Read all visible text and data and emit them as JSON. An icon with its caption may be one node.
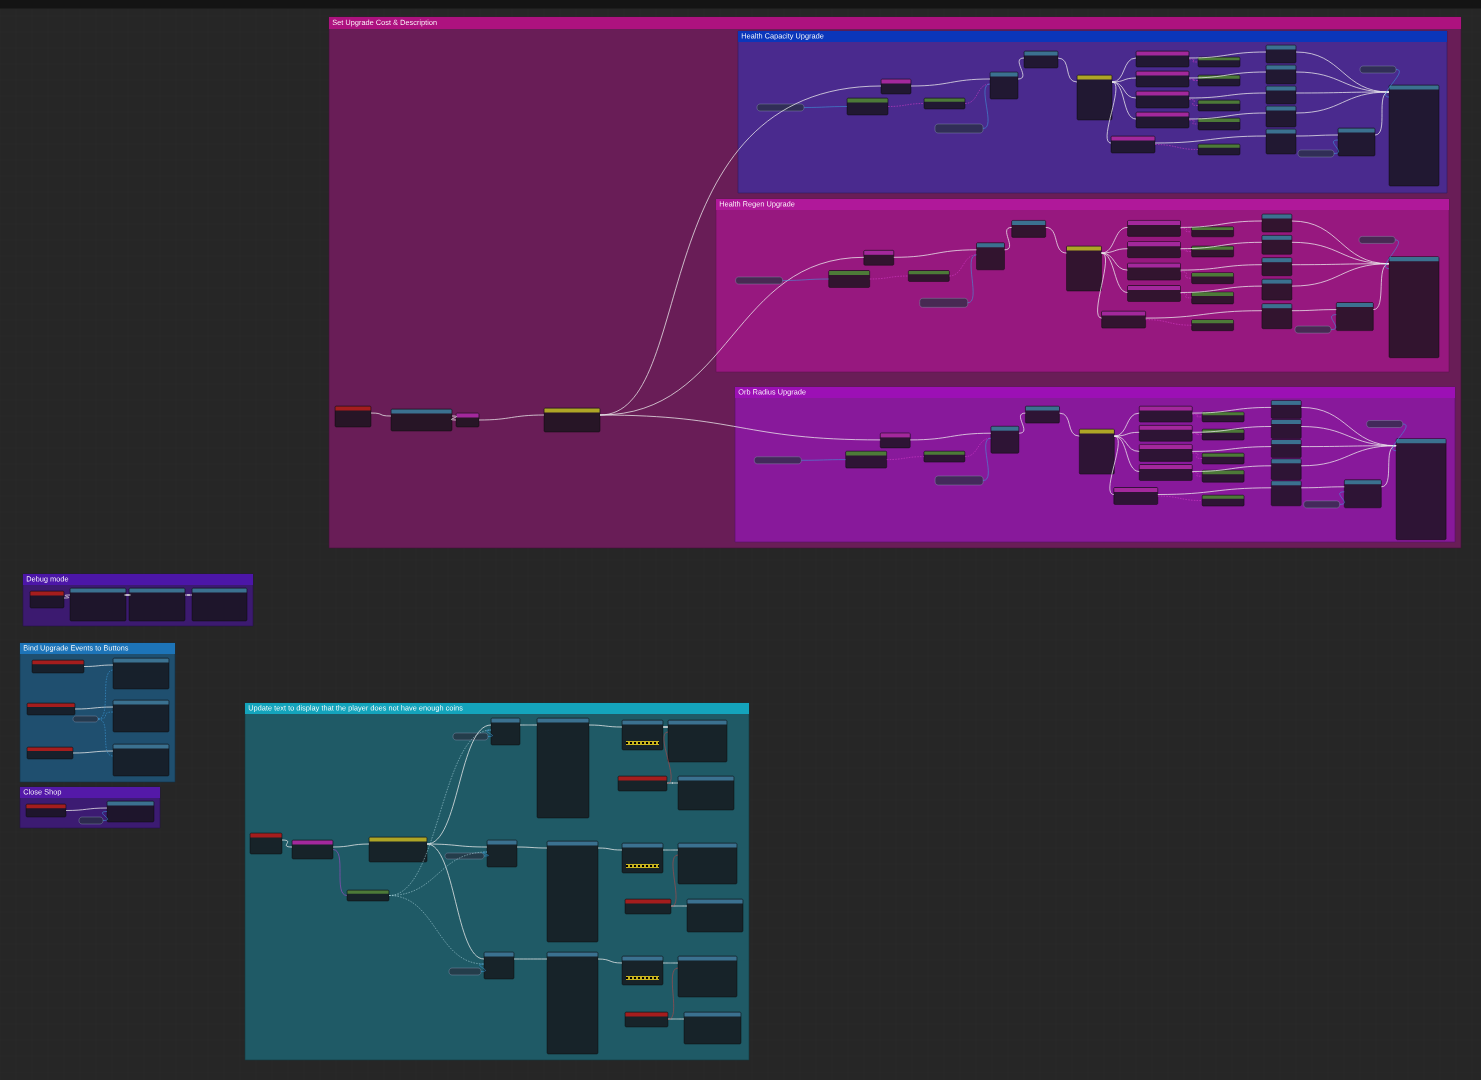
{
  "diagram": {
    "nodes": [
      {
        "text": [
          "Set Upgrade Cost & Description"
        ]
      },
      {
        "text": [],
        "shape": "box",
        "in": 0
      },
      {
        "text": [],
        "shape": "box",
        "in": 0
      },
      {
        "text": [],
        "shape": "box",
        "in": 0
      },
      {
        "text": [],
        "shape": "box",
        "in": 0
      },
      {
        "text": [
          "Health Capacity Upgrade"
        ],
        "in": 0
      },
      {
        "text": [],
        "shape": "box",
        "in": 5
      },
      {
        "text": [],
        "shape": "box",
        "in": 5
      },
      {
        "text": [],
        "shape": "box",
        "in": 5
      },
      {
        "text": [],
        "shape": "box",
        "in": 5
      },
      {
        "text": [],
        "shape": "box",
        "in": 5
      },
      {
        "text": [],
        "shape": "box",
        "in": 5
      },
      {
        "text": [],
        "shape": "box",
        "in": 5
      },
      {
        "text": [],
        "shape": "box",
        "in": 5
      },
      {
        "text": [],
        "shape": "box",
        "in": 5
      },
      {
        "text": [],
        "shape": "box",
        "in": 5
      },
      {
        "text": [],
        "shape": "box",
        "in": 5
      },
      {
        "text": [],
        "shape": "box",
        "in": 5
      },
      {
        "text": [],
        "shape": "box",
        "in": 5
      },
      {
        "text": [],
        "shape": "box",
        "in": 5
      },
      {
        "text": [],
        "shape": "box",
        "in": 5
      },
      {
        "text": [],
        "shape": "box",
        "in": 5
      },
      {
        "text": [],
        "shape": "box",
        "in": 5
      },
      {
        "text": [],
        "shape": "box",
        "in": 5
      },
      {
        "text": [],
        "shape": "box",
        "in": 5
      },
      {
        "text": [],
        "shape": "box",
        "in": 5
      },
      {
        "text": [],
        "shape": "box",
        "in": 5
      },
      {
        "text": [],
        "shape": "box",
        "in": 5
      },
      {
        "text": [],
        "shape": "box",
        "in": 5
      },
      {
        "text": [],
        "shape": "box",
        "in": 5
      },
      {
        "text": [],
        "shape": "box",
        "in": 5
      },
      {
        "text": [],
        "shape": "box",
        "in": 5
      },
      {
        "text": [],
        "shape": "box",
        "in": 5
      },
      {
        "text": [
          "Health Regen Upgrade"
        ],
        "in": 0
      },
      {
        "text": [],
        "shape": "box",
        "in": 33
      },
      {
        "text": [],
        "shape": "box",
        "in": 33
      },
      {
        "text": [],
        "shape": "box",
        "in": 33
      },
      {
        "text": [],
        "shape": "box",
        "in": 33
      },
      {
        "text": [],
        "shape": "box",
        "in": 33
      },
      {
        "text": [],
        "shape": "box",
        "in": 33
      },
      {
        "text": [],
        "shape": "box",
        "in": 33
      },
      {
        "text": [],
        "shape": "box",
        "in": 33
      },
      {
        "text": [],
        "shape": "box",
        "in": 33
      },
      {
        "text": [],
        "shape": "box",
        "in": 33
      },
      {
        "text": [],
        "shape": "box",
        "in": 33
      },
      {
        "text": [],
        "shape": "box",
        "in": 33
      },
      {
        "text": [],
        "shape": "box",
        "in": 33
      },
      {
        "text": [],
        "shape": "box",
        "in": 33
      },
      {
        "text": [],
        "shape": "box",
        "in": 33
      },
      {
        "text": [],
        "shape": "box",
        "in": 33
      },
      {
        "text": [],
        "shape": "box",
        "in": 33
      },
      {
        "text": [],
        "shape": "box",
        "in": 33
      },
      {
        "text": [],
        "shape": "box",
        "in": 33
      },
      {
        "text": [],
        "shape": "box",
        "in": 33
      },
      {
        "text": [],
        "shape": "box",
        "in": 33
      },
      {
        "text": [],
        "shape": "box",
        "in": 33
      },
      {
        "text": [],
        "shape": "box",
        "in": 33
      },
      {
        "text": [],
        "shape": "box",
        "in": 33
      },
      {
        "text": [],
        "shape": "box",
        "in": 33
      },
      {
        "text": [],
        "shape": "box",
        "in": 33
      },
      {
        "text": [],
        "shape": "box",
        "in": 33
      },
      {
        "text": [
          "Orb Radius Upgrade"
        ],
        "in": 0
      },
      {
        "text": [],
        "shape": "box",
        "in": 61
      },
      {
        "text": [],
        "shape": "box",
        "in": 61
      },
      {
        "text": [],
        "shape": "box",
        "in": 61
      },
      {
        "text": [],
        "shape": "box",
        "in": 61
      },
      {
        "text": [],
        "shape": "box",
        "in": 61
      },
      {
        "text": [],
        "shape": "box",
        "in": 61
      },
      {
        "text": [],
        "shape": "box",
        "in": 61
      },
      {
        "text": [],
        "shape": "box",
        "in": 61
      },
      {
        "text": [],
        "shape": "box",
        "in": 61
      },
      {
        "text": [],
        "shape": "box",
        "in": 61
      },
      {
        "text": [],
        "shape": "box",
        "in": 61
      },
      {
        "text": [],
        "shape": "box",
        "in": 61
      },
      {
        "text": [],
        "shape": "box",
        "in": 61
      },
      {
        "text": [],
        "shape": "box",
        "in": 61
      },
      {
        "text": [],
        "shape": "box",
        "in": 61
      },
      {
        "text": [],
        "shape": "box",
        "in": 61
      },
      {
        "text": [],
        "shape": "box",
        "in": 61
      },
      {
        "text": [],
        "shape": "box",
        "in": 61
      },
      {
        "text": [],
        "shape": "box",
        "in": 61
      },
      {
        "text": [],
        "shape": "box",
        "in": 61
      },
      {
        "text": [],
        "shape": "box",
        "in": 61
      },
      {
        "text": [],
        "shape": "box",
        "in": 61
      },
      {
        "text": [],
        "shape": "box",
        "in": 61
      },
      {
        "text": [],
        "shape": "box",
        "in": 61
      },
      {
        "text": [],
        "shape": "box",
        "in": 61
      },
      {
        "text": [],
        "shape": "box",
        "in": 61
      },
      {
        "text": [],
        "shape": "box",
        "in": 61
      },
      {
        "text": [
          "Debug mode"
        ]
      },
      {
        "text": [],
        "shape": "box",
        "in": 89
      },
      {
        "text": [],
        "shape": "box",
        "in": 89
      },
      {
        "text": [],
        "shape": "box",
        "in": 89
      },
      {
        "text": [],
        "shape": "box",
        "in": 89
      },
      {
        "text": [
          "Bind Upgrade Events to Buttons"
        ]
      },
      {
        "text": [],
        "shape": "box",
        "in": 94
      },
      {
        "text": [],
        "shape": "box",
        "in": 94
      },
      {
        "text": [],
        "shape": "box",
        "in": 94
      },
      {
        "text": [],
        "shape": "box",
        "in": 94
      },
      {
        "text": [],
        "shape": "box",
        "in": 94
      },
      {
        "text": [],
        "shape": "box",
        "in": 94
      },
      {
        "text": [],
        "shape": "box",
        "in": 94
      },
      {
        "text": [
          "Close Shop"
        ]
      },
      {
        "text": [],
        "shape": "box",
        "in": 102
      },
      {
        "text": [],
        "shape": "box",
        "in": 102
      },
      {
        "text": [],
        "shape": "box",
        "in": 102
      },
      {
        "text": [
          "Update text to display that the player does not have enough coins"
        ]
      },
      {
        "text": [],
        "shape": "box",
        "in": 106
      },
      {
        "text": [],
        "shape": "box",
        "in": 106
      },
      {
        "text": [],
        "shape": "box",
        "in": 106
      },
      {
        "text": [],
        "shape": "box",
        "in": 106
      },
      {
        "text": [],
        "shape": "box",
        "in": 106
      },
      {
        "text": [],
        "shape": "box",
        "in": 106
      },
      {
        "text": [],
        "shape": "box",
        "in": 106
      },
      {
        "text": [],
        "shape": "box",
        "in": 106
      },
      {
        "text": [],
        "shape": "box",
        "in": 106
      },
      {
        "text": [],
        "shape": "box",
        "in": 106
      },
      {
        "text": [],
        "shape": "box",
        "in": 106
      },
      {
        "text": [],
        "shape": "box",
        "in": 106
      },
      {
        "text": [],
        "shape": "box",
        "in": 106
      },
      {
        "text": [],
        "shape": "box",
        "in": 106
      },
      {
        "text": [],
        "shape": "box",
        "in": 106
      },
      {
        "text": [],
        "shape": "box",
        "in": 106
      },
      {
        "text": [],
        "shape": "box",
        "in": 106
      },
      {
        "text": [],
        "shape": "box",
        "in": 106
      },
      {
        "text": [],
        "shape": "box",
        "in": 106
      },
      {
        "text": [],
        "shape": "box",
        "in": 106
      },
      {
        "text": [],
        "shape": "box",
        "in": 106
      },
      {
        "text": [],
        "shape": "box",
        "in": 106
      },
      {
        "text": [],
        "shape": "box",
        "in": 106
      },
      {
        "text": [],
        "shape": "box",
        "in": 106
      },
      {
        "text": [],
        "shape": "box",
        "in": 106
      }
    ],
    "edges": [
      {
        "from": 1,
        "to": 2,
        "arrow": "none"
      },
      {
        "from": 2,
        "to": 3,
        "arrow": "none"
      },
      {
        "from": 3,
        "to": 4,
        "arrow": "none"
      },
      {
        "from": 4,
        "to": 8,
        "arrow": "none"
      },
      {
        "from": 4,
        "to": 36,
        "arrow": "none"
      },
      {
        "from": 4,
        "to": 64,
        "arrow": "none"
      },
      {
        "from": 8,
        "to": 10,
        "arrow": "none"
      },
      {
        "from": 10,
        "to": 12,
        "arrow": "none"
      },
      {
        "from": 12,
        "to": 13,
        "arrow": "none"
      },
      {
        "from": 13,
        "to": 14,
        "arrow": "none"
      },
      {
        "from": 13,
        "to": 15,
        "arrow": "none"
      },
      {
        "from": 13,
        "to": 16,
        "arrow": "none"
      },
      {
        "from": 13,
        "to": 17,
        "arrow": "none"
      },
      {
        "from": 13,
        "to": 18,
        "arrow": "none"
      },
      {
        "from": 14,
        "to": 24,
        "arrow": "none"
      },
      {
        "from": 15,
        "to": 25,
        "arrow": "none"
      },
      {
        "from": 16,
        "to": 26,
        "arrow": "none"
      },
      {
        "from": 17,
        "to": 27,
        "arrow": "none"
      },
      {
        "from": 18,
        "to": 28,
        "arrow": "none"
      },
      {
        "from": 28,
        "to": 29,
        "arrow": "none"
      },
      {
        "from": 24,
        "to": 30,
        "arrow": "none"
      },
      {
        "from": 25,
        "to": 30,
        "arrow": "none"
      },
      {
        "from": 26,
        "to": 30,
        "arrow": "none"
      },
      {
        "from": 27,
        "to": 30,
        "arrow": "none"
      },
      {
        "from": 29,
        "to": 30,
        "arrow": "none"
      },
      {
        "from": 6,
        "to": 7,
        "arrow": "none",
        "color": "#3d9de0"
      },
      {
        "from": 7,
        "to": 9,
        "arrow": "none",
        "style": "dashed",
        "color": "#d83ccb"
      },
      {
        "from": 9,
        "to": 10,
        "arrow": "none",
        "style": "dashed",
        "color": "#d83ccb"
      },
      {
        "from": 11,
        "to": 10,
        "arrow": "none",
        "color": "#3d9de0"
      },
      {
        "from": 14,
        "to": 19,
        "arrow": "none",
        "style": "dashed",
        "color": "#d83ccb"
      },
      {
        "from": 15,
        "to": 20,
        "arrow": "none",
        "style": "dashed",
        "color": "#d83ccb"
      },
      {
        "from": 16,
        "to": 21,
        "arrow": "none",
        "style": "dashed",
        "color": "#d83ccb"
      },
      {
        "from": 17,
        "to": 22,
        "arrow": "none",
        "style": "dashed",
        "color": "#d83ccb"
      },
      {
        "from": 18,
        "to": 23,
        "arrow": "none",
        "style": "dashed",
        "color": "#d83ccb"
      },
      {
        "from": 31,
        "to": 30,
        "arrow": "none",
        "color": "#3d9de0"
      },
      {
        "from": 32,
        "to": 29,
        "arrow": "none",
        "color": "#3d9de0"
      },
      {
        "from": 36,
        "to": 38,
        "arrow": "none"
      },
      {
        "from": 38,
        "to": 40,
        "arrow": "none"
      },
      {
        "from": 40,
        "to": 41,
        "arrow": "none"
      },
      {
        "from": 41,
        "to": 42,
        "arrow": "none"
      },
      {
        "from": 41,
        "to": 43,
        "arrow": "none"
      },
      {
        "from": 41,
        "to": 44,
        "arrow": "none"
      },
      {
        "from": 41,
        "to": 45,
        "arrow": "none"
      },
      {
        "from": 41,
        "to": 46,
        "arrow": "none"
      },
      {
        "from": 42,
        "to": 52,
        "arrow": "none"
      },
      {
        "from": 43,
        "to": 53,
        "arrow": "none"
      },
      {
        "from": 44,
        "to": 54,
        "arrow": "none"
      },
      {
        "from": 45,
        "to": 55,
        "arrow": "none"
      },
      {
        "from": 46,
        "to": 56,
        "arrow": "none"
      },
      {
        "from": 56,
        "to": 57,
        "arrow": "none"
      },
      {
        "from": 52,
        "to": 58,
        "arrow": "none"
      },
      {
        "from": 53,
        "to": 58,
        "arrow": "none"
      },
      {
        "from": 54,
        "to": 58,
        "arrow": "none"
      },
      {
        "from": 55,
        "to": 58,
        "arrow": "none"
      },
      {
        "from": 57,
        "to": 58,
        "arrow": "none"
      },
      {
        "from": 34,
        "to": 35,
        "arrow": "none",
        "color": "#3d9de0"
      },
      {
        "from": 35,
        "to": 37,
        "arrow": "none",
        "style": "dashed",
        "color": "#d83ccb"
      },
      {
        "from": 37,
        "to": 38,
        "arrow": "none",
        "style": "dashed",
        "color": "#d83ccb"
      },
      {
        "from": 39,
        "to": 38,
        "arrow": "none",
        "color": "#3d9de0"
      },
      {
        "from": 42,
        "to": 47,
        "arrow": "none",
        "style": "dashed",
        "color": "#d83ccb"
      },
      {
        "from": 43,
        "to": 48,
        "arrow": "none",
        "style": "dashed",
        "color": "#d83ccb"
      },
      {
        "from": 44,
        "to": 49,
        "arrow": "none",
        "style": "dashed",
        "color": "#d83ccb"
      },
      {
        "from": 45,
        "to": 50,
        "arrow": "none",
        "style": "dashed",
        "color": "#d83ccb"
      },
      {
        "from": 46,
        "to": 51,
        "arrow": "none",
        "style": "dashed",
        "color": "#d83ccb"
      },
      {
        "from": 59,
        "to": 58,
        "arrow": "none",
        "color": "#3d9de0"
      },
      {
        "from": 60,
        "to": 57,
        "arrow": "none",
        "color": "#3d9de0"
      },
      {
        "from": 64,
        "to": 66,
        "arrow": "none"
      },
      {
        "from": 66,
        "to": 68,
        "arrow": "none"
      },
      {
        "from": 68,
        "to": 69,
        "arrow": "none"
      },
      {
        "from": 69,
        "to": 70,
        "arrow": "none"
      },
      {
        "from": 69,
        "to": 71,
        "arrow": "none"
      },
      {
        "from": 69,
        "to": 72,
        "arrow": "none"
      },
      {
        "from": 69,
        "to": 73,
        "arrow": "none"
      },
      {
        "from": 69,
        "to": 74,
        "arrow": "none"
      },
      {
        "from": 70,
        "to": 80,
        "arrow": "none"
      },
      {
        "from": 71,
        "to": 81,
        "arrow": "none"
      },
      {
        "from": 72,
        "to": 82,
        "arrow": "none"
      },
      {
        "from": 73,
        "to": 83,
        "arrow": "none"
      },
      {
        "from": 74,
        "to": 84,
        "arrow": "none"
      },
      {
        "from": 84,
        "to": 85,
        "arrow": "none"
      },
      {
        "from": 80,
        "to": 86,
        "arrow": "none"
      },
      {
        "from": 81,
        "to": 86,
        "arrow": "none"
      },
      {
        "from": 82,
        "to": 86,
        "arrow": "none"
      },
      {
        "from": 83,
        "to": 86,
        "arrow": "none"
      },
      {
        "from": 85,
        "to": 86,
        "arrow": "none"
      },
      {
        "from": 62,
        "to": 63,
        "arrow": "none",
        "color": "#3d9de0"
      },
      {
        "from": 63,
        "to": 65,
        "arrow": "none",
        "style": "dashed",
        "color": "#d83ccb"
      },
      {
        "from": 65,
        "to": 66,
        "arrow": "none",
        "style": "dashed",
        "color": "#d83ccb"
      },
      {
        "from": 67,
        "to": 66,
        "arrow": "none",
        "color": "#3d9de0"
      },
      {
        "from": 70,
        "to": 75,
        "arrow": "none",
        "style": "dashed",
        "color": "#d83ccb"
      },
      {
        "from": 71,
        "to": 76,
        "arrow": "none",
        "style": "dashed",
        "color": "#d83ccb"
      },
      {
        "from": 72,
        "to": 77,
        "arrow": "none",
        "style": "dashed",
        "color": "#d83ccb"
      },
      {
        "from": 73,
        "to": 78,
        "arrow": "none",
        "style": "dashed",
        "color": "#d83ccb"
      },
      {
        "from": 74,
        "to": 79,
        "arrow": "none",
        "style": "dashed",
        "color": "#d83ccb"
      },
      {
        "from": 87,
        "to": 86,
        "arrow": "none",
        "color": "#3d9de0"
      },
      {
        "from": 88,
        "to": 85,
        "arrow": "none",
        "color": "#3d9de0"
      },
      {
        "from": 90,
        "to": 91,
        "arrow": "none"
      },
      {
        "from": 91,
        "to": 92,
        "arrow": "none"
      },
      {
        "from": 92,
        "to": 93,
        "arrow": "none"
      },
      {
        "from": 95,
        "to": 99,
        "arrow": "none"
      },
      {
        "from": 96,
        "to": 100,
        "arrow": "none"
      },
      {
        "from": 97,
        "to": 101,
        "arrow": "none"
      },
      {
        "from": 98,
        "to": 99,
        "arrow": "none",
        "style": "dashed",
        "color": "#3d9de0"
      },
      {
        "from": 98,
        "to": 100,
        "arrow": "none",
        "style": "dashed",
        "color": "#3d9de0"
      },
      {
        "from": 98,
        "to": 101,
        "arrow": "none",
        "style": "dashed",
        "color": "#3d9de0"
      },
      {
        "from": 103,
        "to": 104,
        "arrow": "none"
      },
      {
        "from": 105,
        "to": 104,
        "arrow": "none",
        "color": "#3d9de0"
      },
      {
        "from": 107,
        "to": 108,
        "arrow": "none"
      },
      {
        "from": 108,
        "to": 109,
        "arrow": "none"
      },
      {
        "from": 109,
        "to": 114,
        "arrow": "none"
      },
      {
        "from": 109,
        "to": 115,
        "arrow": "none"
      },
      {
        "from": 109,
        "to": 116,
        "arrow": "none"
      },
      {
        "from": 114,
        "to": 117,
        "arrow": "none"
      },
      {
        "from": 115,
        "to": 118,
        "arrow": "none"
      },
      {
        "from": 116,
        "to": 119,
        "arrow": "none"
      },
      {
        "from": 117,
        "to": 120,
        "arrow": "none"
      },
      {
        "from": 118,
        "to": 121,
        "arrow": "none"
      },
      {
        "from": 119,
        "to": 122,
        "arrow": "none"
      },
      {
        "from": 120,
        "to": 123,
        "arrow": "none"
      },
      {
        "from": 121,
        "to": 124,
        "arrow": "none"
      },
      {
        "from": 122,
        "to": 125,
        "arrow": "none"
      },
      {
        "from": 126,
        "to": 129,
        "arrow": "none"
      },
      {
        "from": 127,
        "to": 130,
        "arrow": "none"
      },
      {
        "from": 128,
        "to": 131,
        "arrow": "none"
      },
      {
        "from": 108,
        "to": 110,
        "arrow": "none",
        "color": "#b447d6"
      },
      {
        "from": 110,
        "to": 114,
        "arrow": "none",
        "style": "dashed",
        "color": "#a9d3dc"
      },
      {
        "from": 110,
        "to": 115,
        "arrow": "none",
        "style": "dashed",
        "color": "#a9d3dc"
      },
      {
        "from": 110,
        "to": 116,
        "arrow": "none",
        "style": "dashed",
        "color": "#a9d3dc"
      },
      {
        "from": 111,
        "to": 114,
        "arrow": "none",
        "color": "#3d9de0"
      },
      {
        "from": 112,
        "to": 115,
        "arrow": "none",
        "color": "#3d9de0"
      },
      {
        "from": 113,
        "to": 116,
        "arrow": "none",
        "color": "#3d9de0"
      },
      {
        "from": 126,
        "to": 123,
        "arrow": "none",
        "color": "#c44545"
      },
      {
        "from": 127,
        "to": 124,
        "arrow": "none",
        "color": "#c44545"
      },
      {
        "from": 128,
        "to": 125,
        "arrow": "none",
        "color": "#c44545"
      }
    ]
  }
}
